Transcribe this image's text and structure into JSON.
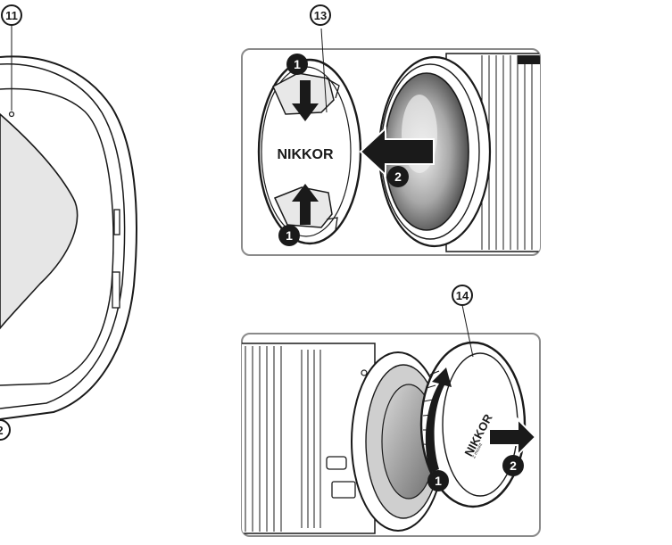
{
  "callouts": {
    "hood_mark": "11",
    "hood_partial_mark": "2",
    "front_cap": "13",
    "rear_cap": "14"
  },
  "steps": {
    "one": "1",
    "two": "2"
  },
  "brand": {
    "front_cap_text": "NIKKOR",
    "rear_cap_text": "NIKKOR",
    "rear_cap_small": "Z mount"
  },
  "colors": {
    "line": "#1a1a1a",
    "panel_border": "#8a8a8a",
    "lens_dark": "#3a3a3a",
    "glass_light": "#d8d8d8"
  }
}
